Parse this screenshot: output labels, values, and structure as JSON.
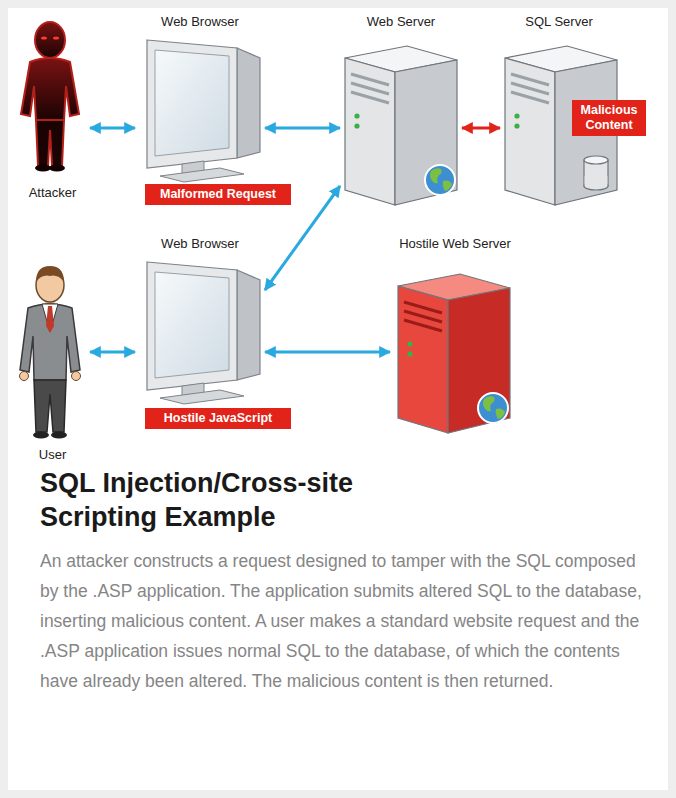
{
  "diagram": {
    "title": "SQL Injection/Cross-site Scripting Example",
    "caption": "An attacker constructs a request designed to tamper with the SQL composed by the .ASP application. The application submits altered SQL to the database, inserting malicious content. A user makes a standard website request and the .ASP application issues normal SQL to the database, of which the contents have already been altered. The malicious content is then returned.",
    "nodes": [
      {
        "text": [
          "Attacker"
        ]
      },
      {
        "text": [
          "Web Browser"
        ]
      },
      {
        "text": [
          "Malformed Request"
        ],
        "in": 1
      },
      {
        "text": [
          "Web Server"
        ]
      },
      {
        "text": [
          "SQL Server"
        ]
      },
      {
        "text": [
          "Malicious Content"
        ],
        "in": 4
      },
      {
        "text": [
          "User"
        ]
      },
      {
        "text": [
          "Web Browser"
        ]
      },
      {
        "text": [
          "Hostile JavaScript"
        ],
        "in": 7
      },
      {
        "text": [
          "Hostile Web Server"
        ]
      }
    ],
    "edges": [
      {
        "from": 0,
        "to": 1,
        "arrow": "both"
      },
      {
        "from": 1,
        "to": 3,
        "arrow": "both"
      },
      {
        "from": 3,
        "to": 4,
        "arrow": "both"
      },
      {
        "from": 3,
        "to": 7,
        "arrow": "both"
      },
      {
        "from": 6,
        "to": 7,
        "arrow": "both"
      },
      {
        "from": 7,
        "to": 9,
        "arrow": "both"
      }
    ]
  }
}
